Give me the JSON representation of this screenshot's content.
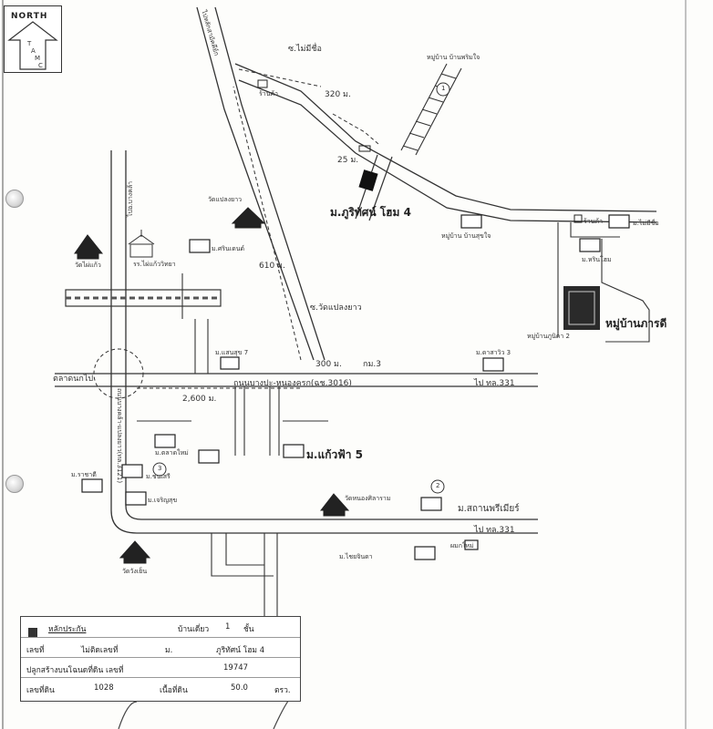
{
  "north": {
    "title": "NORTH",
    "letters": [
      "T",
      "A",
      "M",
      "C"
    ]
  },
  "roads": {
    "r1": "ไปหลักสามัคคีย์ก",
    "r2": "ซ.ไม่มีชื่อ",
    "r3": "320 ม.",
    "r4": "25 ม.",
    "r5": "610 ม.",
    "r6": "ซ.วัดแปลงยาว",
    "r7": "300 ม.",
    "r8": "กม.3",
    "r9": "ถนนบางปะ-หนองครก(ฉช.3016)",
    "r10": "ไป ทล.331",
    "r11": "2,600 ม.",
    "r12": "ตลาดนกไป",
    "r13": "ไป ทล.331",
    "r14": "ถนนบางคล้า-แปลงยาว(ทล.3121)",
    "r15": "ไปอ.บางคล้า"
  },
  "places": {
    "p1": "หมู่บ้าน บ้านพริมใจ",
    "p2": "ร้านค้า",
    "p3": "ม.ภูริทัศน์ โฮม 4",
    "p4": "หมู่บ้าน บ้านสุขใจ",
    "p5": "ร้านค้า",
    "p6": "ม.ไม่มีชื่อ",
    "p7": "ม.หรินโฮม",
    "p8": "หมู่บ้านภูนิดา 2",
    "p9": "หมู่บ้านภารดี",
    "p10": "วัดแปลงยาว",
    "p11": "ม.ศรินเดนด์",
    "p12": "วัดไผ่แก้ว",
    "p13": "รร.ไผ่แก้ววิทยา",
    "p14": "ม.แสนสุข 7",
    "p15": "ม.ดาสาวิว 3",
    "p16": "ม.แก้วฟ้า 5",
    "p17": "ม.ตลาดใหม่",
    "p18": "ม.ชนเสรี",
    "p19": "ม.เจริญสุข",
    "p20": "ม.ราชาตี",
    "p21": "วัดหนองศิลาราม",
    "p22": "ม.สถานพรีเมียร์",
    "p23": "วัดวังเย็น",
    "p24": "ม.ไชยจินดา",
    "p25": "ผมกใหม่"
  },
  "markers": {
    "m1": "1",
    "m2": "2",
    "m3": "3"
  },
  "legend": {
    "title": "หลักประกัน",
    "type_label": "บ้านเดี่ยว",
    "floors": "1",
    "floors_unit": "ชั้น",
    "no_label": "เลขที่",
    "no_value": "ไม่ติดเลขที่",
    "village_prefix": "ม.",
    "village_value": "ภูริทัศน์ โฮม 4",
    "deed_label": "ปลูกสร้างบนโฉนดที่ดิน เลขที่",
    "deed_value": "19747",
    "land_no_label": "เลขที่ดิน",
    "land_no_value": "1028",
    "area_label": "เนื้อที่ดิน",
    "area_value": "50.0",
    "area_unit": "ตรว."
  }
}
